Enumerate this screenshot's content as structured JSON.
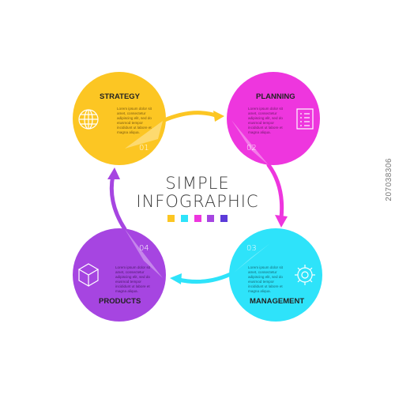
{
  "diagram": {
    "title_line1": "SIMPLE",
    "title_line2": "INFOGRAPHIC",
    "palette": [
      "#FCC623",
      "#EE36DE",
      "#2EE3FA",
      "#A645E1"
    ],
    "dots": [
      "#FCC623",
      "#2EE3FA",
      "#EE36DE",
      "#A645E1",
      "#5C3BD9"
    ],
    "steps": [
      {
        "title": "STRATEGY",
        "number": "01",
        "color": "#FCC623",
        "icon": "globe-icon",
        "text": [
          "Lorem ipsum dolor sit",
          "amet, consectetur",
          "adipiscing elit, sed do",
          "eiusmod tempor",
          "incididunt ut labore et",
          "magna aliqua."
        ]
      },
      {
        "title": "PLANNING",
        "number": "02",
        "color": "#EE36DE",
        "icon": "document-list-icon",
        "text": [
          "Lorem ipsum dolor sit",
          "amet, consectetur",
          "adipiscing elit, sed do",
          "eiusmod tempor",
          "incididunt ut labore et",
          "magna aliqua."
        ]
      },
      {
        "title": "MANAGEMENT",
        "number": "03",
        "color": "#2EE3FA",
        "icon": "gear-icon",
        "text": [
          "Lorem ipsum dolor sit",
          "amet, consectetur",
          "adipiscing elit, sed do",
          "eiusmod tempor",
          "incididunt ut labore et",
          "magna aliqua."
        ]
      },
      {
        "title": "PRODUCTS",
        "number": "04",
        "color": "#A645E1",
        "icon": "cube-icon",
        "text": [
          "Lorem ipsum dolor sit",
          "amet, consectetur",
          "adipiscing elit, sed do",
          "eiusmod tempor",
          "incididunt ut labore et",
          "magna aliqua."
        ]
      }
    ]
  },
  "watermark": "207038306"
}
